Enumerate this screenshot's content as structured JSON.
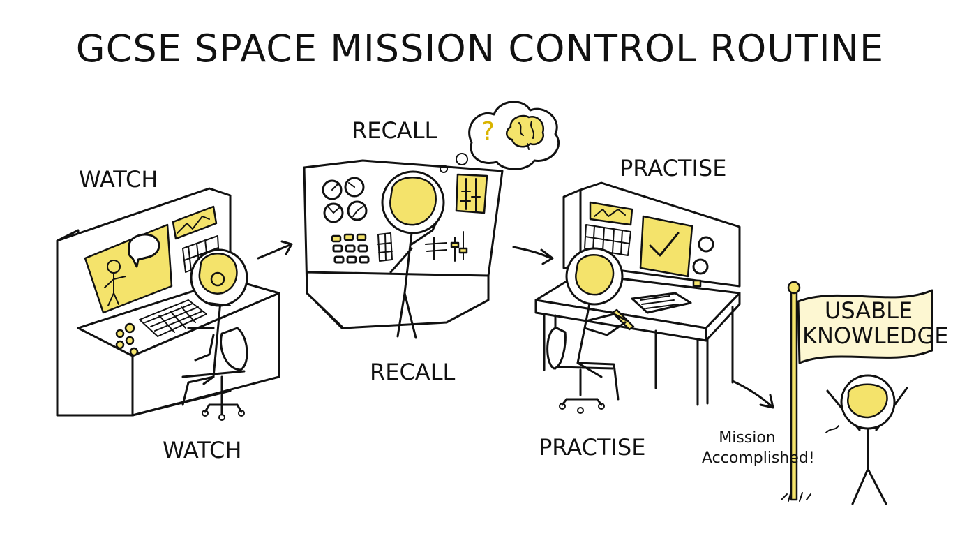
{
  "title": "GCSE SPACE MISSION CONTROL ROUTINE",
  "steps": [
    {
      "top_label": "WATCH",
      "bottom_label": "WATCH"
    },
    {
      "top_label": "RECALL",
      "bottom_label": "RECALL"
    },
    {
      "top_label": "PRACTISE",
      "bottom_label": "PRACTISE"
    }
  ],
  "goal": {
    "flag_line1": "USABLE",
    "flag_line2": "KNOWLEDGE",
    "shout_line1": "Mission",
    "shout_line2": "Accomplished!"
  },
  "thought_symbol": "?",
  "colors": {
    "accent": "#f4e36b",
    "ink": "#111111",
    "background": "#ffffff"
  }
}
